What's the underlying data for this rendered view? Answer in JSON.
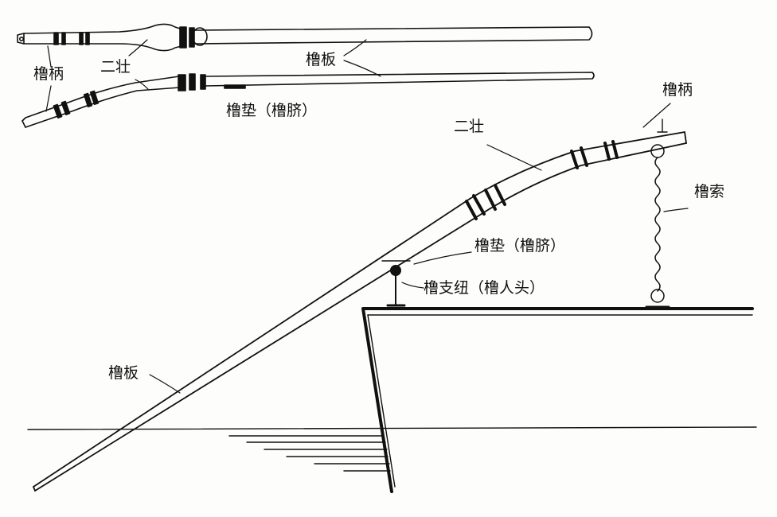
{
  "top_diagram": {
    "labels": {
      "handle": "橹柄",
      "erzhuang": "二壮",
      "blade": "橹板",
      "pad": "橹垫（橹脐）"
    }
  },
  "main_diagram": {
    "labels": {
      "handle": "橹柄",
      "erzhuang": "二壮",
      "rope": "橹索",
      "pad": "橹垫（橹脐）",
      "pivot": "橹支纽（橹人头）",
      "blade": "橹板"
    }
  },
  "colors": {
    "ink": "#111111",
    "paper": "#fdfdfb"
  }
}
